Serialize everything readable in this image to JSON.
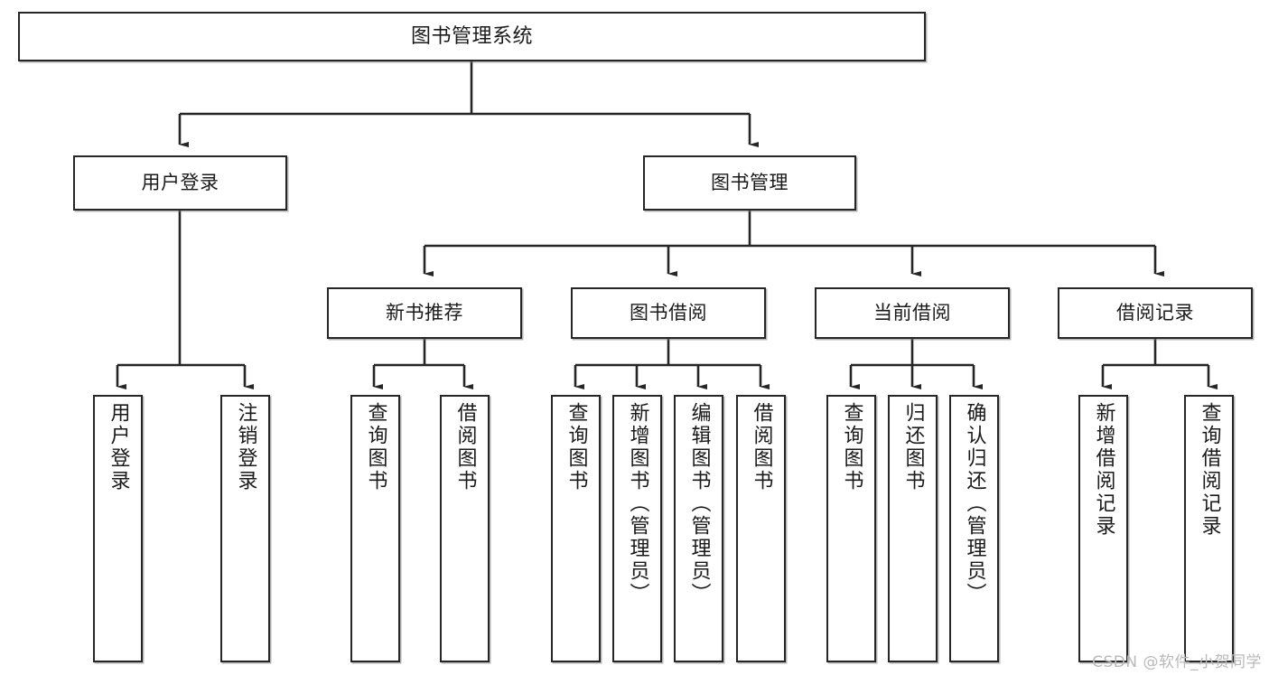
{
  "diagram": {
    "title": "图书管理系统",
    "type": "tree-hierarchy-chart",
    "root": {
      "label": "图书管理系统"
    },
    "tier2": [
      {
        "label": "用户登录"
      },
      {
        "label": "图书管理"
      }
    ],
    "tier3": [
      {
        "label": "新书推荐"
      },
      {
        "label": "图书借阅"
      },
      {
        "label": "当前借阅"
      },
      {
        "label": "借阅记录"
      }
    ],
    "leaves": {
      "user_login": [
        {
          "label": "用户登录"
        },
        {
          "label": "注销登录"
        }
      ],
      "new_book_recommend": [
        {
          "label": "查询图书"
        },
        {
          "label": "借阅图书"
        }
      ],
      "book_borrow": [
        {
          "label": "查询图书"
        },
        {
          "label": "新增图书（管理员）"
        },
        {
          "label": "编辑图书（管理员）"
        },
        {
          "label": "借阅图书"
        }
      ],
      "current_borrow": [
        {
          "label": "查询图书"
        },
        {
          "label": "归还图书"
        },
        {
          "label": "确认归还（管理员）"
        }
      ],
      "borrow_record": [
        {
          "label": "新增借阅记录"
        },
        {
          "label": "查询借阅记录"
        }
      ]
    },
    "watermark": "CSDN @软件_小贺同学",
    "colors": {
      "stroke": "#262626",
      "fill": "#ffffff",
      "text": "#1a1a1a",
      "watermark": "#b9b9b9"
    }
  }
}
